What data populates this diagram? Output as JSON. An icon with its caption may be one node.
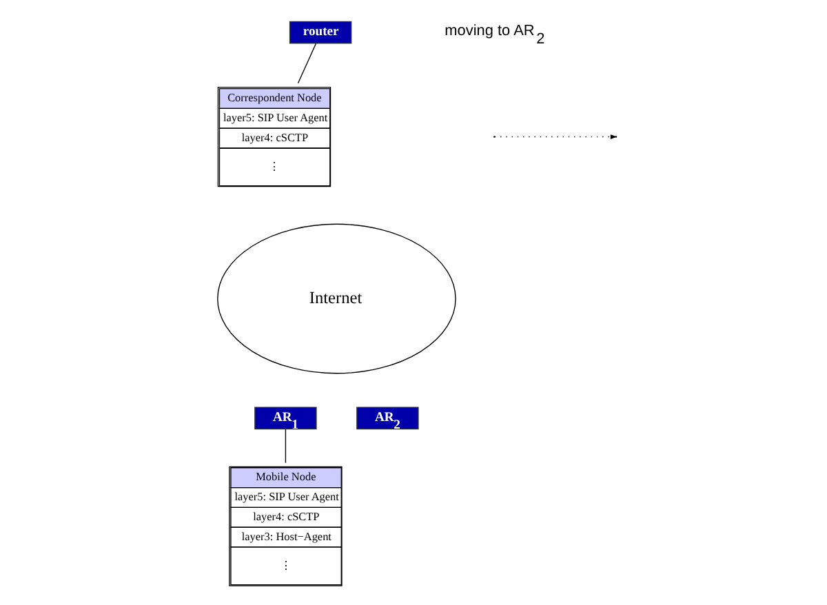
{
  "diagram": {
    "nodes": [
      {
        "text": [
          "Correspondent Node",
          "layer5: SIP User Agent",
          "layer4: cSCTP",
          "⋮"
        ]
      },
      {
        "text": [
          "router"
        ]
      },
      {
        "text": [
          "Internet"
        ]
      },
      {
        "text": [
          "AR$_{1}$"
        ]
      },
      {
        "text": [
          "AR$_{2}$"
        ]
      },
      {
        "text": [
          "Mobile Node",
          "layer5: SIP User Agent",
          "layer4: cSCTP",
          "layer3: Host−Agent",
          "⋮"
        ]
      }
    ],
    "edges": [
      {
        "from": 1,
        "to": 0,
        "arrow": "none"
      },
      {
        "from": 3,
        "to": 5,
        "arrow": "none"
      }
    ],
    "labels": [
      "moving to AR$_{2}$"
    ]
  }
}
